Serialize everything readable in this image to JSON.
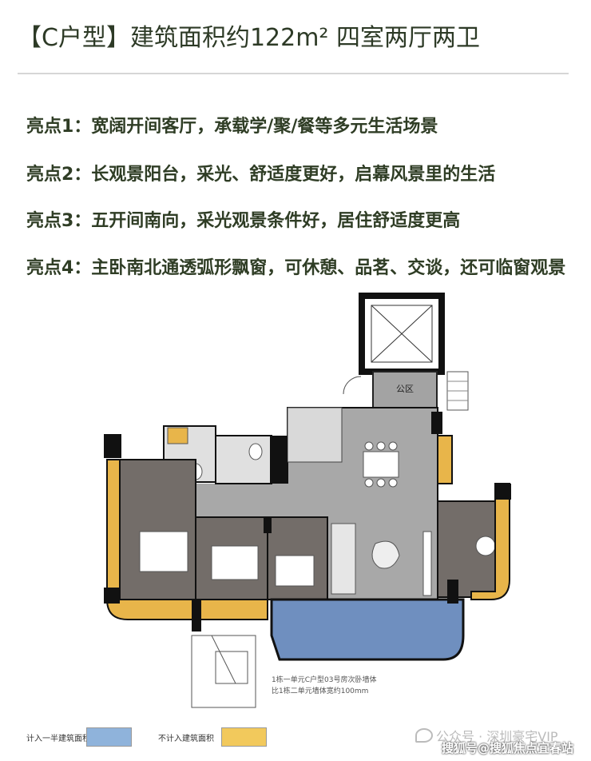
{
  "title": "【C户型】建筑面积约122m² 四室两厅两卫",
  "highlights": [
    "亮点1：宽阔开间客厅，承载学/聚/餐等多元生活场景",
    "亮点2：长观景阳台，采光、舒适度更好，启幕风景里的生活",
    "亮点3：五开间南向，采光观景条件好，居住舒适度更高",
    "亮点4：主卧南北通透弧形飘窗，可休憩、品茗、交谈，还可临窗观景"
  ],
  "floorplan": {
    "public_area_label": "公区",
    "note_line1": "1栋一单元C户型03号房次卧墙体",
    "note_line2": "比1栋二单元墙体宽约100mm"
  },
  "legend": {
    "half_area_label": "计入一半建筑面积",
    "no_area_label": "不计入建筑面积",
    "half_area_color": "#8fb3db",
    "no_area_color": "#f2c95c"
  },
  "watermark": {
    "official_account": "公众号 · 深圳豪宅VIP",
    "source": "搜狐号@搜狐焦点宜春站"
  },
  "colors": {
    "title_text": "#2d3a26",
    "highlight_text": "#2f3d25",
    "bedroom_floor": "#736d69",
    "living_floor": "#a8a8a8",
    "balcony_blue": "#6f8fbf",
    "bay_window_yellow": "#e8b54a"
  }
}
